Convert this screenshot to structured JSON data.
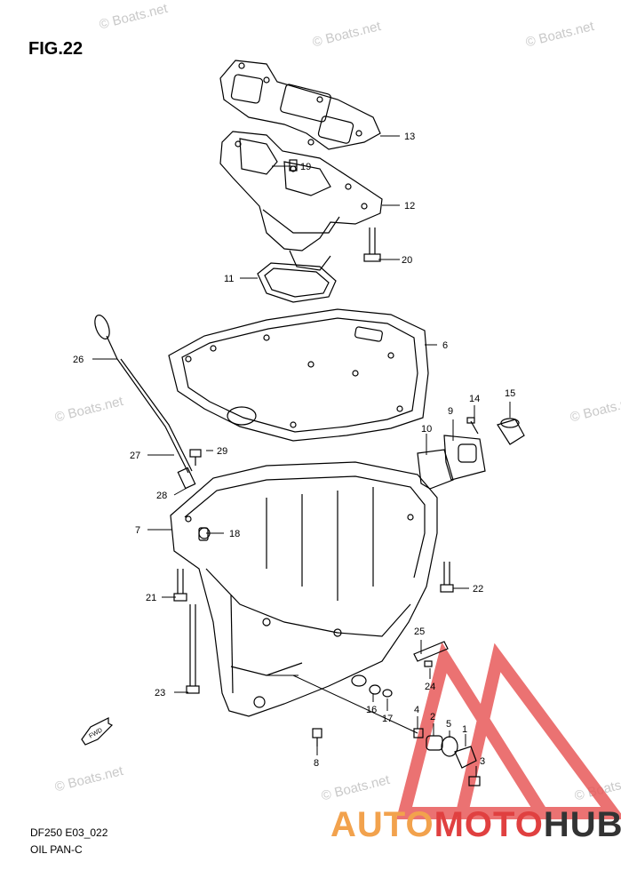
{
  "figure": {
    "title": "FIG.22",
    "code": "DF250 E03_022",
    "name": "OIL PAN-C"
  },
  "watermark": {
    "text": "© Boats.net",
    "color": "#c9c9c9"
  },
  "brand": {
    "part1": "AUTO",
    "part2": "MOTO",
    "part3": "HUB",
    "colors": {
      "auto": "#f2a24d",
      "moto": "#e04040",
      "hub": "#333333",
      "triangle": "#e03030"
    }
  },
  "arrow_label": "FWD",
  "callouts": [
    "1",
    "2",
    "3",
    "4",
    "5",
    "6",
    "7",
    "8",
    "9",
    "10",
    "11",
    "12",
    "13",
    "14",
    "15",
    "16",
    "17",
    "18",
    "19",
    "20",
    "21",
    "22",
    "23",
    "24",
    "25",
    "26",
    "27",
    "28",
    "29"
  ]
}
